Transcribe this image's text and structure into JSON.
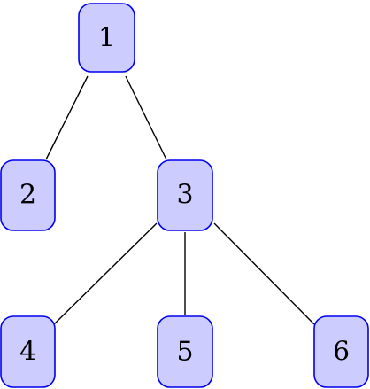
{
  "diagram": {
    "type": "tree",
    "colors": {
      "node_fill": "#ccccff",
      "node_stroke": "#0000ee",
      "edge": "#000000"
    },
    "nodes": [
      {
        "id": "n1",
        "label": "1"
      },
      {
        "id": "n2",
        "label": "2"
      },
      {
        "id": "n3",
        "label": "3"
      },
      {
        "id": "n4",
        "label": "4"
      },
      {
        "id": "n5",
        "label": "5"
      },
      {
        "id": "n6",
        "label": "6"
      }
    ],
    "edges": [
      {
        "from": "n1",
        "to": "n2"
      },
      {
        "from": "n1",
        "to": "n3"
      },
      {
        "from": "n3",
        "to": "n4"
      },
      {
        "from": "n3",
        "to": "n5"
      },
      {
        "from": "n3",
        "to": "n6"
      }
    ]
  }
}
